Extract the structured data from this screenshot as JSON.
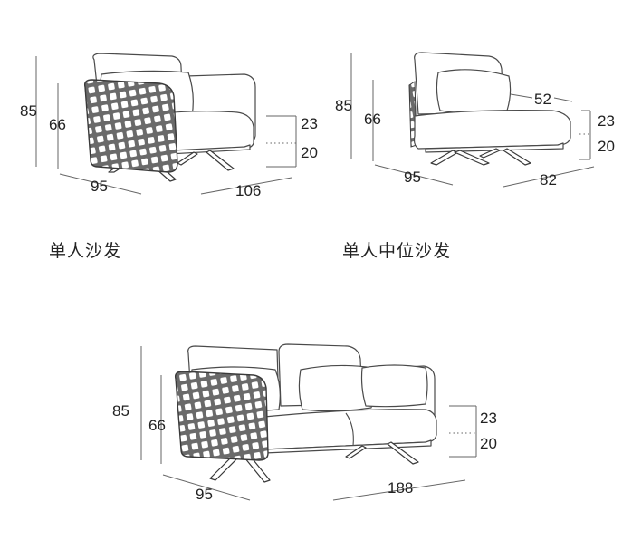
{
  "armchair": {
    "caption": "单人沙发",
    "dims": {
      "height": "85",
      "seat_height": "66",
      "depth": "95",
      "width": "106",
      "upper": "23",
      "lower": "20"
    }
  },
  "middle": {
    "caption": "单人中位沙发",
    "dims": {
      "height": "85",
      "seat_height": "66",
      "depth": "95",
      "width": "82",
      "cushion": "52",
      "upper": "23",
      "lower": "20"
    }
  },
  "loveseat": {
    "dims": {
      "height": "85",
      "seat_height": "66",
      "depth": "95",
      "width": "188",
      "upper": "23",
      "lower": "20"
    }
  }
}
